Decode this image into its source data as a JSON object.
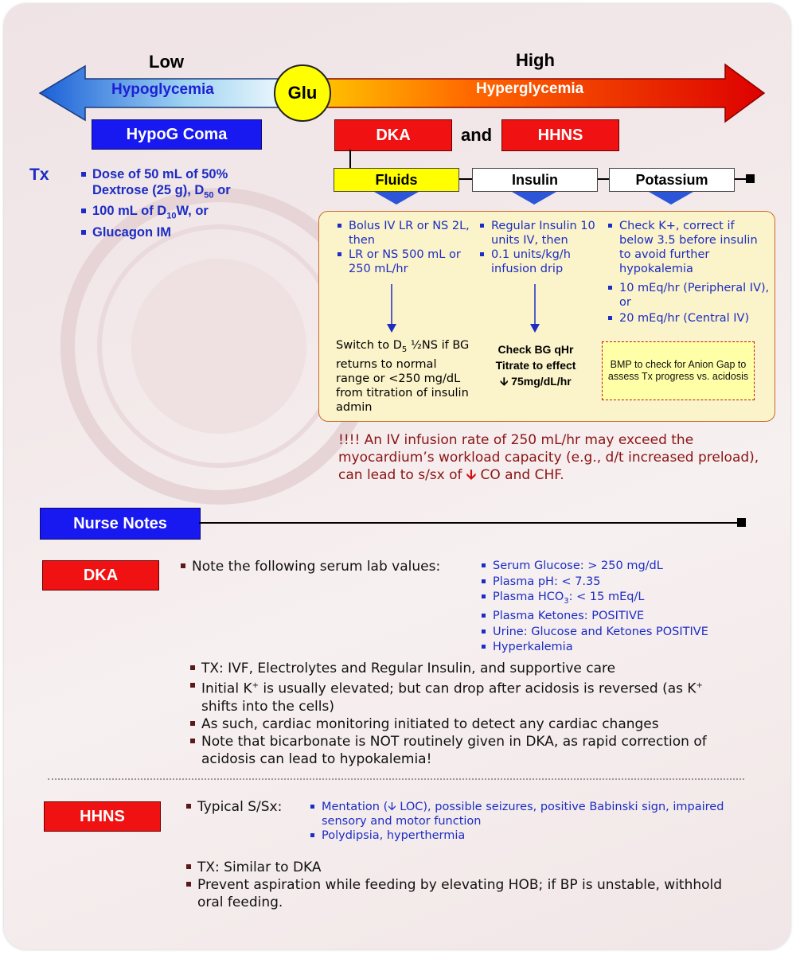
{
  "header": {
    "low": "Low",
    "high": "High",
    "glu": "Glu",
    "hypo": "Hypoglycemia",
    "hyper": "Hyperglycemia"
  },
  "hypo": {
    "coma": "HypoG Coma",
    "tx": "Tx",
    "items": [
      "Dose of 50 mL of 50% Dextrose (25 g), D",
      "100 mL of D",
      "Glucagon IM"
    ],
    "item1_sub": "50",
    "item1_tail": " or",
    "item2_sub": "10",
    "item2_tail": "W, or"
  },
  "hyper": {
    "dka": "DKA",
    "and": "and",
    "hhns": "HHNS",
    "fluids": "Fluids",
    "insulin": "Insulin",
    "potassium": "Potassium",
    "fluids_items": [
      "Bolus IV LR or NS 2L, then",
      "LR or NS 500 mL or 250 mL/hr"
    ],
    "fluids_result_a": "Switch to D",
    "fluids_result_sub": "5",
    "fluids_result_b": " ½NS if BG returns to normal range or <250 mg/dL from titration of insulin admin",
    "insulin_items": [
      "Regular Insulin 10 units IV, then",
      "0.1 units/kg/h infusion drip"
    ],
    "insulin_result_1": "Check BG qHr",
    "insulin_result_2": "Titrate to effect",
    "insulin_result_3": "75mg/dL/hr",
    "potassium_items": [
      "Check K+, correct if below 3.5 before insulin to avoid further hypokalemia",
      "10 mEq/hr (Peripheral IV), or",
      "20 mEq/hr (Central IV)"
    ],
    "bmp": "BMP to check for Anion Gap to assess Tx progress vs. acidosis",
    "warning_a": "!!!! An IV infusion rate of 250 mL/hr may exceed the myocardium’s workload capacity (e.g., d/t increased preload), can lead to s/sx of ",
    "warning_b": " CO and CHF."
  },
  "nurse_notes": {
    "title": "Nurse Notes",
    "dka_label": "DKA",
    "dka_intro": "Note the following serum lab values:",
    "dka_labs": [
      "Serum Glucose:  > 250 mg/dL",
      "Plasma pH:  < 7.35",
      "Plasma HCO",
      "Plasma Ketones:  POSITIVE",
      "Urine:  Glucose and Ketones POSITIVE",
      "Hyperkalemia"
    ],
    "hco3_sub": "3",
    "hco3_tail": ":  < 15 mEq/L",
    "dka_points": [
      "TX: IVF, Electrolytes and Regular Insulin, and supportive care",
      "Initial K",
      "As such, cardiac monitoring initiated to detect any cardiac changes",
      "Note that bicarbonate is NOT routinely given in DKA, as rapid correction of acidosis can lead to hypokalemia!"
    ],
    "k_sup": "+",
    "k_a": " is usually elevated; but can drop after acidosis is reversed (as K",
    "k_b": " shifts into the cells)",
    "hhns_label": "HHNS",
    "hhns_intro": "Typical S/Sx:",
    "hhns_sx_1a": "Mentation (",
    "hhns_sx_1b": " LOC), possible seizures, positive Babinski sign, impaired sensory and motor function",
    "hhns_sx_2": "Polydipsia, hyperthermia",
    "hhns_points": [
      "TX: Similar to DKA",
      "Prevent aspiration while feeding by elevating HOB; if BP is unstable, withhold oral feeding."
    ]
  },
  "colors": {
    "red": "#f01212",
    "blue": "#1818f0",
    "yellow": "#ffff00",
    "maroon": "#8b1414",
    "text_blue": "#1c2cc4"
  }
}
